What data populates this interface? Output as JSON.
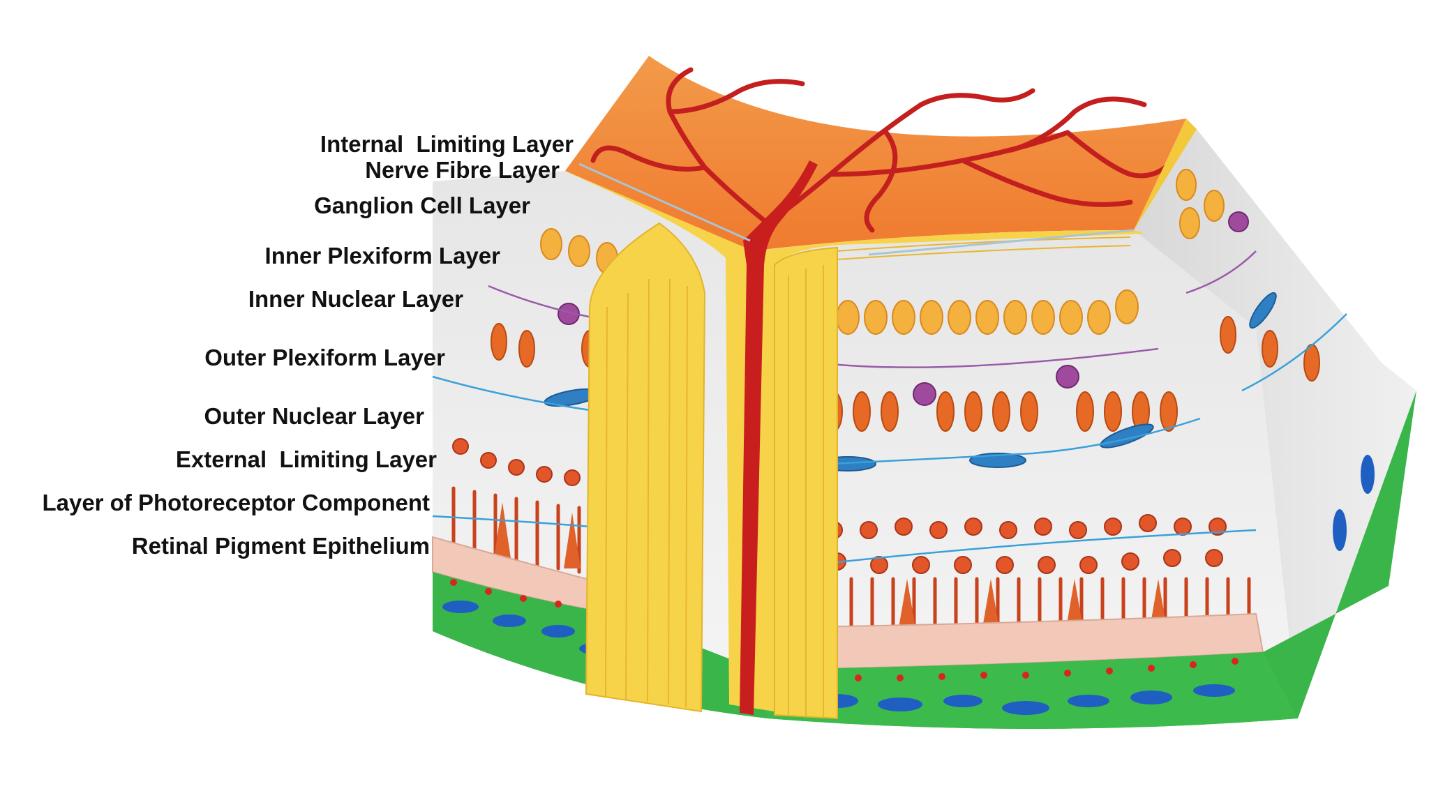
{
  "diagram": {
    "labels": {
      "internal_limiting": "Internal  Limiting Layer",
      "nerve_fibre": "Nerve Fibre Layer",
      "ganglion_cell": "Ganglion Cell Layer",
      "inner_plexiform": "Inner Plexiform Layer",
      "inner_nuclear": "Inner Nuclear Layer",
      "outer_plexiform": "Outer Plexiform Layer",
      "outer_nuclear": "Outer Nuclear Layer",
      "external_limiting": "External  Limiting Layer",
      "photoreceptor": "Layer of Photoreceptor Component",
      "rpe": "Retinal Pigment Epithelium"
    },
    "colors": {
      "surface_orange": "#f08a3a",
      "vessel_red": "#c81e1e",
      "nerve_yellow": "#f7d34a",
      "ganglion": "#f2a93b",
      "nuclear_orange": "#e86a2a",
      "rod_red": "#d94a20",
      "bipolar_blue": "#2f7fc4",
      "amacrine_purple": "#9a4aa0",
      "pigment_pink": "#f2c9b8",
      "choroid_green": "#3db54a",
      "choroid_blue": "#1f5fc2"
    }
  }
}
